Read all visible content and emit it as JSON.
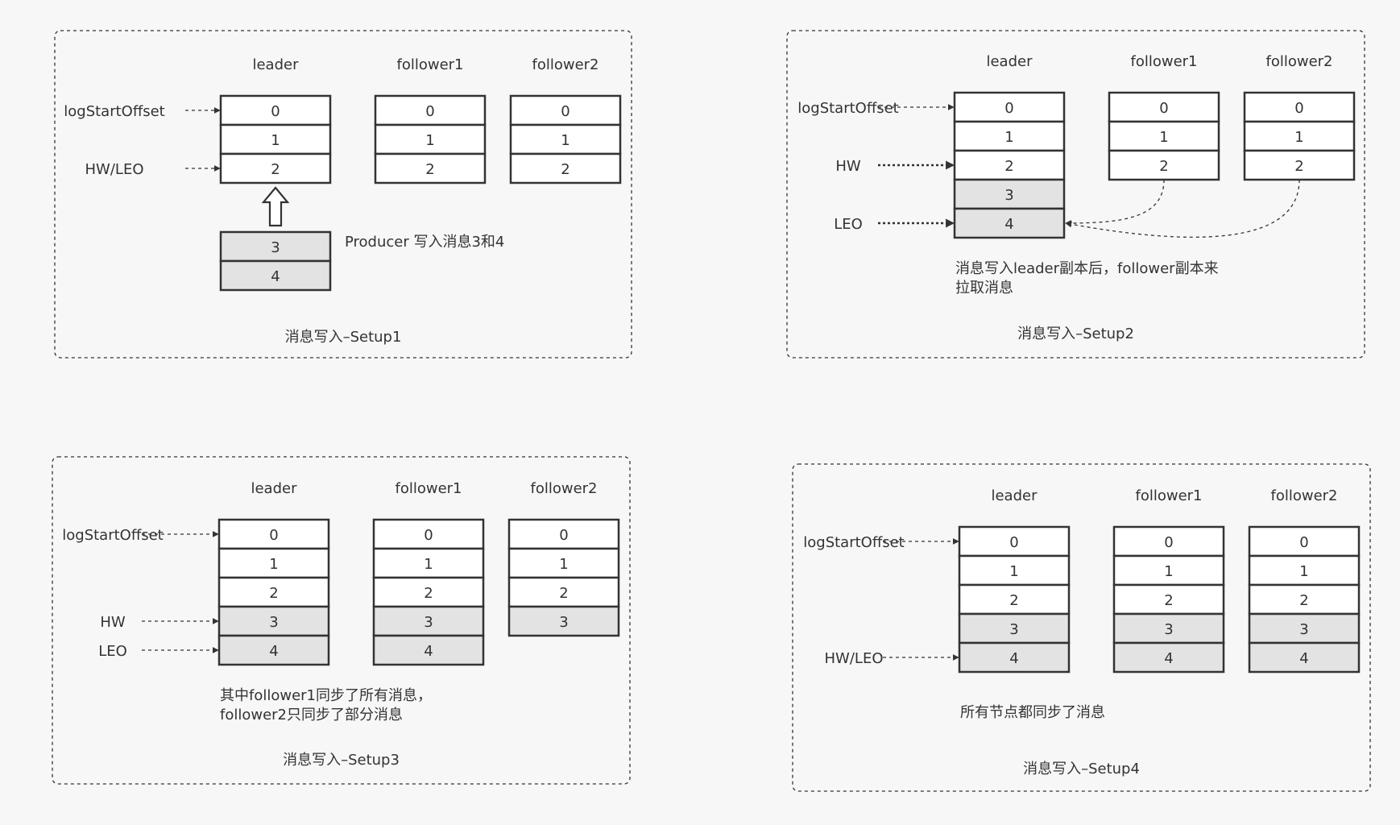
{
  "panels": [
    {
      "caption": "消息写入–Setup1",
      "note_lines": [
        "Producer 写入消息3和4"
      ],
      "columns": [
        {
          "label": "leader",
          "cells": [
            {
              "text": "0",
              "state": "committed"
            },
            {
              "text": "1",
              "state": "committed"
            },
            {
              "text": "2",
              "state": "committed"
            }
          ]
        },
        {
          "label": "follower1",
          "cells": [
            {
              "text": "0",
              "state": "committed"
            },
            {
              "text": "1",
              "state": "committed"
            },
            {
              "text": "2",
              "state": "committed"
            }
          ]
        },
        {
          "label": "follower2",
          "cells": [
            {
              "text": "0",
              "state": "committed"
            },
            {
              "text": "1",
              "state": "committed"
            },
            {
              "text": "2",
              "state": "committed"
            }
          ]
        }
      ],
      "pointers": [
        {
          "label": "logStartOffset",
          "row": 0
        },
        {
          "label": "HW/LEO",
          "row": 2
        }
      ],
      "incoming": [
        {
          "text": "3",
          "state": "new"
        },
        {
          "text": "4",
          "state": "new"
        }
      ]
    },
    {
      "caption": "消息写入–Setup2",
      "note_lines": [
        "消息写入leader副本后，follower副本来",
        "拉取消息"
      ],
      "columns": [
        {
          "label": "leader",
          "cells": [
            {
              "text": "0",
              "state": "committed"
            },
            {
              "text": "1",
              "state": "committed"
            },
            {
              "text": "2",
              "state": "committed"
            },
            {
              "text": "3",
              "state": "new"
            },
            {
              "text": "4",
              "state": "new"
            }
          ]
        },
        {
          "label": "follower1",
          "cells": [
            {
              "text": "0",
              "state": "committed"
            },
            {
              "text": "1",
              "state": "committed"
            },
            {
              "text": "2",
              "state": "committed"
            }
          ]
        },
        {
          "label": "follower2",
          "cells": [
            {
              "text": "0",
              "state": "committed"
            },
            {
              "text": "1",
              "state": "committed"
            },
            {
              "text": "2",
              "state": "committed"
            }
          ]
        }
      ],
      "pointers": [
        {
          "label": "logStartOffset",
          "row": 0
        },
        {
          "label": "HW",
          "row": 2
        },
        {
          "label": "LEO",
          "row": 4
        }
      ],
      "fetch_arrows": [
        "follower1",
        "follower2"
      ]
    },
    {
      "caption": "消息写入–Setup3",
      "note_lines": [
        "其中follower1同步了所有消息，",
        "follower2只同步了部分消息"
      ],
      "columns": [
        {
          "label": "leader",
          "cells": [
            {
              "text": "0",
              "state": "committed"
            },
            {
              "text": "1",
              "state": "committed"
            },
            {
              "text": "2",
              "state": "committed"
            },
            {
              "text": "3",
              "state": "new"
            },
            {
              "text": "4",
              "state": "new"
            }
          ]
        },
        {
          "label": "follower1",
          "cells": [
            {
              "text": "0",
              "state": "committed"
            },
            {
              "text": "1",
              "state": "committed"
            },
            {
              "text": "2",
              "state": "committed"
            },
            {
              "text": "3",
              "state": "new"
            },
            {
              "text": "4",
              "state": "new"
            }
          ]
        },
        {
          "label": "follower2",
          "cells": [
            {
              "text": "0",
              "state": "committed"
            },
            {
              "text": "1",
              "state": "committed"
            },
            {
              "text": "2",
              "state": "committed"
            },
            {
              "text": "3",
              "state": "new"
            }
          ]
        }
      ],
      "pointers": [
        {
          "label": "logStartOffset",
          "row": 0
        },
        {
          "label": "HW",
          "row": 3
        },
        {
          "label": "LEO",
          "row": 4
        }
      ]
    },
    {
      "caption": "消息写入–Setup4",
      "note_lines": [
        "所有节点都同步了消息"
      ],
      "columns": [
        {
          "label": "leader",
          "cells": [
            {
              "text": "0",
              "state": "committed"
            },
            {
              "text": "1",
              "state": "committed"
            },
            {
              "text": "2",
              "state": "committed"
            },
            {
              "text": "3",
              "state": "new"
            },
            {
              "text": "4",
              "state": "new"
            }
          ]
        },
        {
          "label": "follower1",
          "cells": [
            {
              "text": "0",
              "state": "committed"
            },
            {
              "text": "1",
              "state": "committed"
            },
            {
              "text": "2",
              "state": "committed"
            },
            {
              "text": "3",
              "state": "new"
            },
            {
              "text": "4",
              "state": "new"
            }
          ]
        },
        {
          "label": "follower2",
          "cells": [
            {
              "text": "0",
              "state": "committed"
            },
            {
              "text": "1",
              "state": "committed"
            },
            {
              "text": "2",
              "state": "committed"
            },
            {
              "text": "3",
              "state": "new"
            },
            {
              "text": "4",
              "state": "new"
            }
          ]
        }
      ],
      "pointers": [
        {
          "label": "logStartOffset",
          "row": 0
        },
        {
          "label": "HW/LEO",
          "row": 4
        }
      ]
    }
  ],
  "colors": {
    "background": "#f7f7f7",
    "cell_committed": "#ffffff",
    "cell_new": "#e3e3e3",
    "stroke": "#333333",
    "text": "#333333"
  }
}
